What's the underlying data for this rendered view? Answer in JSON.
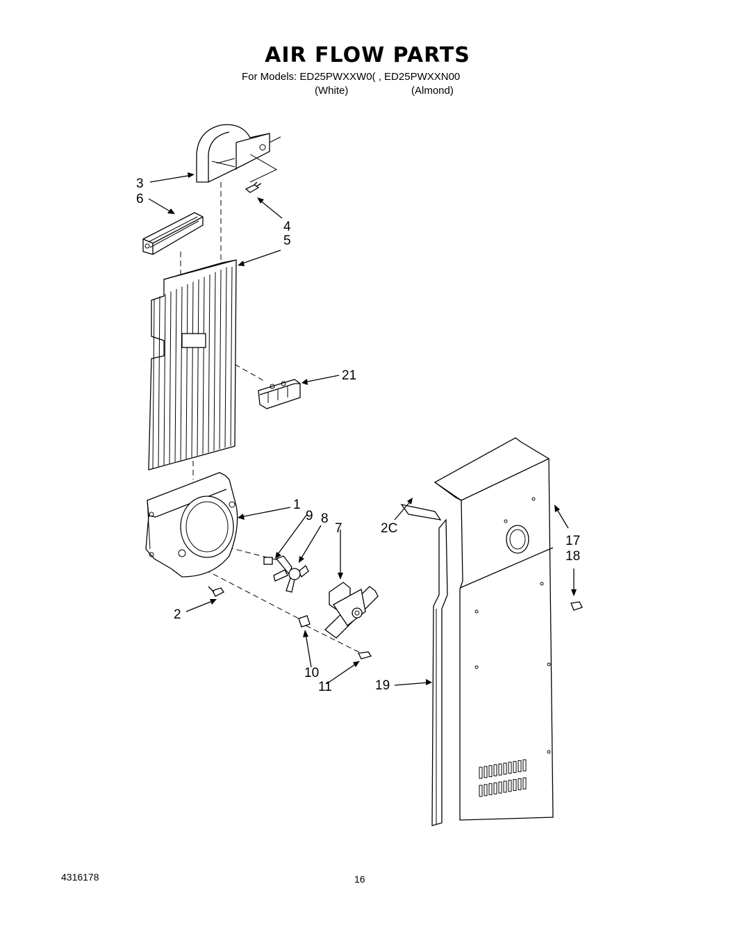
{
  "header": {
    "title": "AIR FLOW PARTS",
    "models_line": "For Models: ED25PWXXW0( , ED25PWXXN00",
    "variant_white": "(White)",
    "variant_almond": "(Almond)"
  },
  "footer": {
    "document_number": "4316178",
    "page_number": "16"
  },
  "callouts": {
    "c1": "1",
    "c2": "2",
    "c3": "3",
    "c4": "4",
    "c5": "5",
    "c6": "6",
    "c7": "7",
    "c8": "8",
    "c9": "9",
    "c10": "10",
    "c11": "11",
    "c17": "17",
    "c18": "18",
    "c19": "19",
    "c20": "2C",
    "c21": "21"
  }
}
